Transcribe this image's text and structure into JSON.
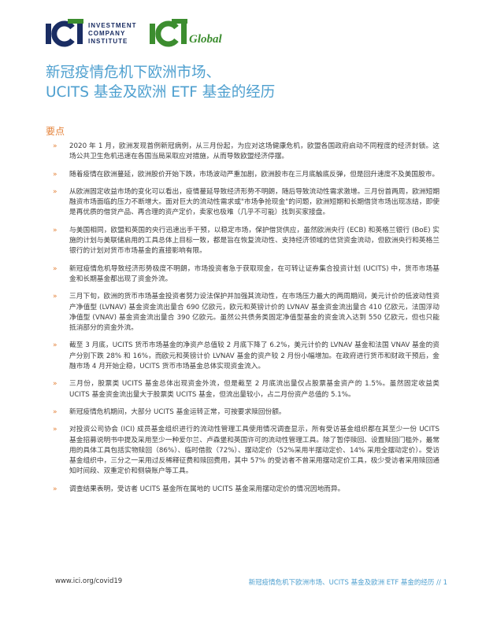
{
  "header": {
    "logo_ici_lines": [
      "INVESTMENT",
      "COMPANY",
      "INSTITUTE"
    ],
    "logo_ici_mark": "ICI",
    "logo_global_mark": "ICI",
    "logo_global_word": "Global",
    "colors": {
      "ici_blue": "#1a2d63",
      "ici_green": "#3c8d2f",
      "title_blue": "#4d9fcf",
      "accent_orange": "#e4833b"
    }
  },
  "title": {
    "line1": "新冠疫情危机下欧洲市场、",
    "line2": "UCITS 基金及欧洲 ETF 基金的经历"
  },
  "key_points": {
    "heading": "要点",
    "bullet_symbol": "»",
    "items": [
      "2020 年 1 月，欧洲发现首例新冠病例，从三月份起，为应对这场健康危机，欧盟各国政府启动不同程度的经济封锁。这场公共卫生危机迅速在各国当局采取应对措施，从而导致欧盟经济停摆。",
      "随着疫情在欧洲蔓延，欧洲股价开始下跌，市场波动严重加剧，欧洲股市在三月底触底反弹，但是回升速度不及美国股市。",
      "从欧洲固定收益市场的变化可以看出，疫情蔓延导致经济形势不明朗，随后导致流动性需求激增。三月份首两周，欧洲短期融资市场面临的压力不断增大。面对巨大的流动性需求或\"市场争抢现金\"的问题，欧洲短期和长期借贷市场出现冻结，即使是再优质的借贷产品、再合理的资产定价，卖家也极难（几乎不可能）找到买家接盘。",
      "与美国相同，欧盟和英国的央行迅速出手干预，以稳定市场，保护借贷供应，虽然欧洲央行 (ECB) 和英格兰银行 (BoE) 实施的计划与美联储启用的工具总体上目标一致，都是旨在恢复流动性、支持经济领域的信贷资金流动，但欧洲央行和英格兰银行的计划对货币市场基金的直接影响有限。",
      "新冠疫情危机导致经济形势极度不明朗，市场投资者急于获取现金，在可转让证券集合投资计划 (UCITS) 中，货币市场基金和长期基金都出现了资金外流。",
      "三月下旬，欧洲的货币市场基金投资者努力设法保护并加强其流动性，在市场压力最大的两周期间，美元计价的低波动性资产净值型 (LVNAV) 基金资金流出量合 690 亿欧元，欧元和英镑计价的 LVNAV 基金资金流出量合 410 亿欧元，法国浮动净值型 (VNAV) 基金资金流出量合 390 亿欧元。虽然公共债务类固定净值型基金的资金流入达到 550 亿欧元，但也只能抵消部分的资金外流。",
      "截至 3 月底，UCITS 货币市场基金的净资产总值较 2 月底下降了 6.2%，美元计价的 LVNAV 基金和法国 VNAV 基金的资产分别下跌 28% 和 16%，而欧元和英镑计价 LVNAV 基金的资产较 2 月份小幅增加。在政府进行货币和财政干预后，金融市场 4 月开始企稳，UCITS 货币市场基金总体实现资金流入。",
      "三月份，股票类 UCITS 基金总体出现资金外流，但是截至 2 月底流出量仅占股票基金资产的 1.5%。虽然固定收益类 UCITS 基金资金流出量大于股票类 UCITS 基金，但流出量较小，占二月份资产总值的 5.1%。",
      "新冠疫情危机期间，大部分 UCITS 基金运转正常，可按要求赎回份额。",
      "对投资公司协会 (ICI) 成员基金组织进行的流动性管理工具使用情况调查显示，所有受访基金组织都在其至少一份 UCITS 基金招募说明书中提及采用至少一种爱尔兰、卢森堡和英国许可的流动性管理工具。除了暂停赎回、设置赎回门槛外，最常用的具体工具包括实物赎回（86%）、临时借款（72%）、摆动定价（52%采用半摆动定价、14% 采用全摆动定价）。受访基金组织中，三分之一采用过反稀释征费和赎回费用，其中 57% 的受访者不曾采用摆动定价工具，极少受访者采用赎回通知时间段、双重定价和侧袋账户等工具。",
      "调查结果表明，受访者 UCITS 基金所在属地的 UCITS 基金采用摆动定价的情况因地而异。"
    ]
  },
  "footer": {
    "url": "www.ici.org/covid19",
    "running_title": "新冠疫情危机下欧洲市场、UCITS 基金及欧洲 ETF 基金的经历",
    "separator": "//",
    "page_number": "1"
  }
}
